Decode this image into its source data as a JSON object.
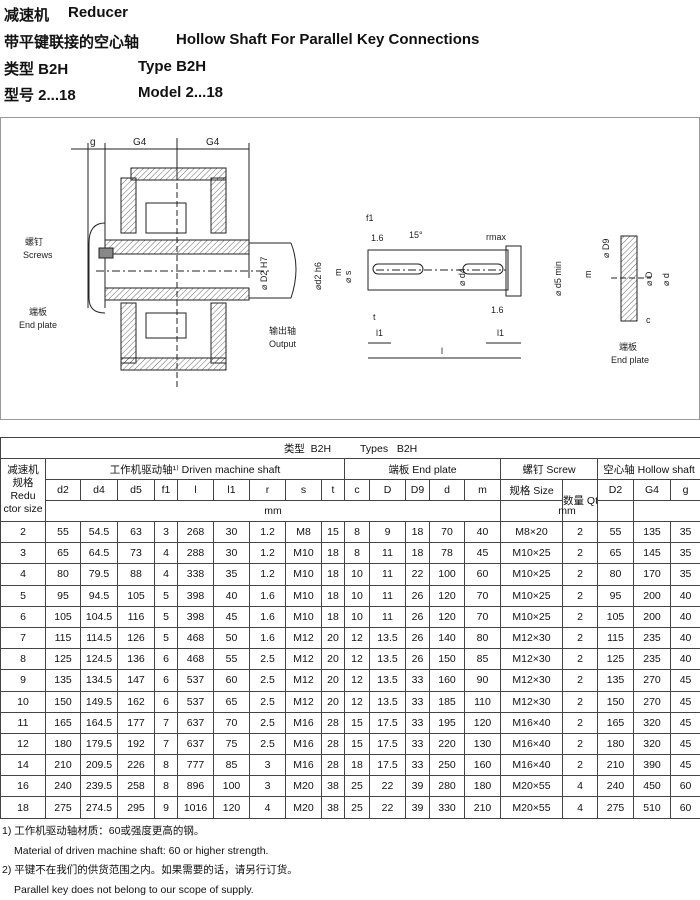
{
  "titles": [
    {
      "cn": "减速机",
      "en": "Reducer"
    },
    {
      "cn": "带平键联接的空心轴",
      "en": "Hollow Shaft For Parallel Key Connections"
    },
    {
      "cn": "类型  B2H",
      "en": "Type B2H"
    },
    {
      "cn": "型号  2...18",
      "en": "Model 2...18"
    }
  ],
  "drawing": {
    "g": "g",
    "G4a": "G4",
    "G4b": "G4",
    "screws_cn": "螺钉",
    "screws_en": "Screws",
    "endplate_cn": "端板",
    "endplate_en": "End plate",
    "output_cn": "输出轴",
    "output_en": "Output",
    "D2": "⌀ D2 H7",
    "d2": "⌀d2 h6",
    "f1": "f1",
    "r16a": "1.6",
    "deg15": "15°",
    "rmax": "rmax",
    "m": "m",
    "s": "⌀ s",
    "d4": "⌀ d4",
    "d5": "⌀ d5 min",
    "r16b": "1.6",
    "t": "t",
    "l1a": "l1",
    "l1b": "l1",
    "l": "l",
    "D9": "⌀ D9",
    "D": "⌀ D",
    "d": "⌀ d",
    "m2": "m",
    "c": "c",
    "ep_cn": "端板",
    "ep_en": "End plate"
  },
  "table": {
    "type_title": "类型  B2H          Types   B2H",
    "size_header": "减速机 规格 Redu ctor size",
    "driven": "工作机驱动轴¹⁾  Driven machine shaft",
    "endplate": "端板  End plate",
    "screw": "螺钉  Screw",
    "hollow": "空心轴 Hollow shaft",
    "cols": [
      "d2",
      "d4",
      "d5",
      "f1",
      "l",
      "l1",
      "r",
      "s",
      "t",
      "c",
      "D",
      "D9",
      "d",
      "m",
      "规格 Size"
    ],
    "qty": "数量 Qty.",
    "hcols": [
      "D2",
      "G4",
      "g"
    ],
    "mm": "mm",
    "mm2": "mm",
    "rows": [
      [
        "2",
        "55",
        "54.5",
        "63",
        "3",
        "268",
        "30",
        "1.2",
        "M8",
        "15",
        "8",
        "9",
        "18",
        "70",
        "40",
        "M8×20",
        "2",
        "55",
        "135",
        "35"
      ],
      [
        "3",
        "65",
        "64.5",
        "73",
        "4",
        "288",
        "30",
        "1.2",
        "M10",
        "18",
        "8",
        "11",
        "18",
        "78",
        "45",
        "M10×25",
        "2",
        "65",
        "145",
        "35"
      ],
      [
        "4",
        "80",
        "79.5",
        "88",
        "4",
        "338",
        "35",
        "1.2",
        "M10",
        "18",
        "10",
        "11",
        "22",
        "100",
        "60",
        "M10×25",
        "2",
        "80",
        "170",
        "35"
      ],
      [
        "5",
        "95",
        "94.5",
        "105",
        "5",
        "398",
        "40",
        "1.6",
        "M10",
        "18",
        "10",
        "11",
        "26",
        "120",
        "70",
        "M10×25",
        "2",
        "95",
        "200",
        "40"
      ],
      [
        "6",
        "105",
        "104.5",
        "116",
        "5",
        "398",
        "45",
        "1.6",
        "M10",
        "18",
        "10",
        "11",
        "26",
        "120",
        "70",
        "M10×25",
        "2",
        "105",
        "200",
        "40"
      ],
      [
        "7",
        "115",
        "114.5",
        "126",
        "5",
        "468",
        "50",
        "1.6",
        "M12",
        "20",
        "12",
        "13.5",
        "26",
        "140",
        "80",
        "M12×30",
        "2",
        "115",
        "235",
        "40"
      ],
      [
        "8",
        "125",
        "124.5",
        "136",
        "6",
        "468",
        "55",
        "2.5",
        "M12",
        "20",
        "12",
        "13.5",
        "26",
        "150",
        "85",
        "M12×30",
        "2",
        "125",
        "235",
        "40"
      ],
      [
        "9",
        "135",
        "134.5",
        "147",
        "6",
        "537",
        "60",
        "2.5",
        "M12",
        "20",
        "12",
        "13.5",
        "33",
        "160",
        "90",
        "M12×30",
        "2",
        "135",
        "270",
        "45"
      ],
      [
        "10",
        "150",
        "149.5",
        "162",
        "6",
        "537",
        "65",
        "2.5",
        "M12",
        "20",
        "12",
        "13.5",
        "33",
        "185",
        "110",
        "M12×30",
        "2",
        "150",
        "270",
        "45"
      ],
      [
        "11",
        "165",
        "164.5",
        "177",
        "7",
        "637",
        "70",
        "2.5",
        "M16",
        "28",
        "15",
        "17.5",
        "33",
        "195",
        "120",
        "M16×40",
        "2",
        "165",
        "320",
        "45"
      ],
      [
        "12",
        "180",
        "179.5",
        "192",
        "7",
        "637",
        "75",
        "2.5",
        "M16",
        "28",
        "15",
        "17.5",
        "33",
        "220",
        "130",
        "M16×40",
        "2",
        "180",
        "320",
        "45"
      ],
      [
        "14",
        "210",
        "209.5",
        "226",
        "8",
        "777",
        "85",
        "3",
        "M16",
        "28",
        "18",
        "17.5",
        "33",
        "250",
        "160",
        "M16×40",
        "2",
        "210",
        "390",
        "45"
      ],
      [
        "16",
        "240",
        "239.5",
        "258",
        "8",
        "896",
        "100",
        "3",
        "M20",
        "38",
        "25",
        "22",
        "39",
        "280",
        "180",
        "M20×55",
        "4",
        "240",
        "450",
        "60"
      ],
      [
        "18",
        "275",
        "274.5",
        "295",
        "9",
        "1016",
        "120",
        "4",
        "M20",
        "38",
        "25",
        "22",
        "39",
        "330",
        "210",
        "M20×55",
        "4",
        "275",
        "510",
        "60"
      ]
    ]
  },
  "notes": [
    "1) 工作机驱动轴材质：60或强度更高的钢。",
    "Material of driven machine shaft: 60 or higher strength.",
    "2) 平键不在我们的供货范围之内。如果需要的话，请另行订货。",
    "Parallel key does not belong to our scope of supply."
  ]
}
